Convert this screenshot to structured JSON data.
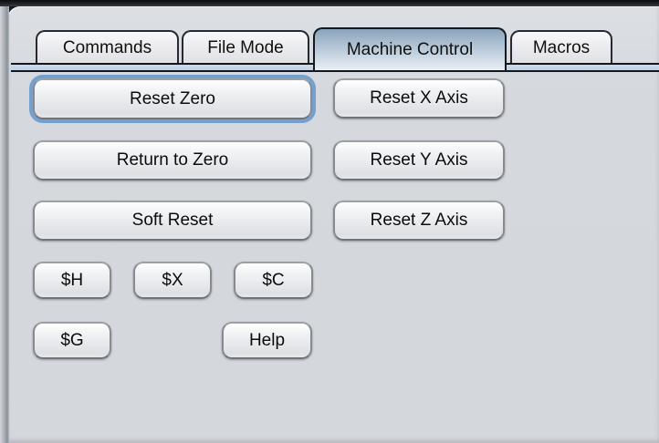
{
  "tabs": [
    {
      "label": "Commands",
      "selected": false
    },
    {
      "label": "File Mode",
      "selected": false
    },
    {
      "label": "Machine Control",
      "selected": true
    },
    {
      "label": "Macros",
      "selected": false
    }
  ],
  "buttons": {
    "reset_zero": "Reset Zero",
    "reset_x_axis": "Reset X Axis",
    "return_to_zero": "Return to Zero",
    "reset_y_axis": "Reset Y Axis",
    "soft_reset": "Soft Reset",
    "reset_z_axis": "Reset Z Axis",
    "cmd_h": "$H",
    "cmd_x": "$X",
    "cmd_c": "$C",
    "cmd_g": "$G",
    "help": "Help"
  },
  "colors": {
    "focus_ring": "#74a0cf",
    "selected_tab_top": "#8aa3ba",
    "tab_divider_fill": "#c4d5e5",
    "panel_background": "#d5d8dd",
    "frame_edge": "#15171b"
  }
}
